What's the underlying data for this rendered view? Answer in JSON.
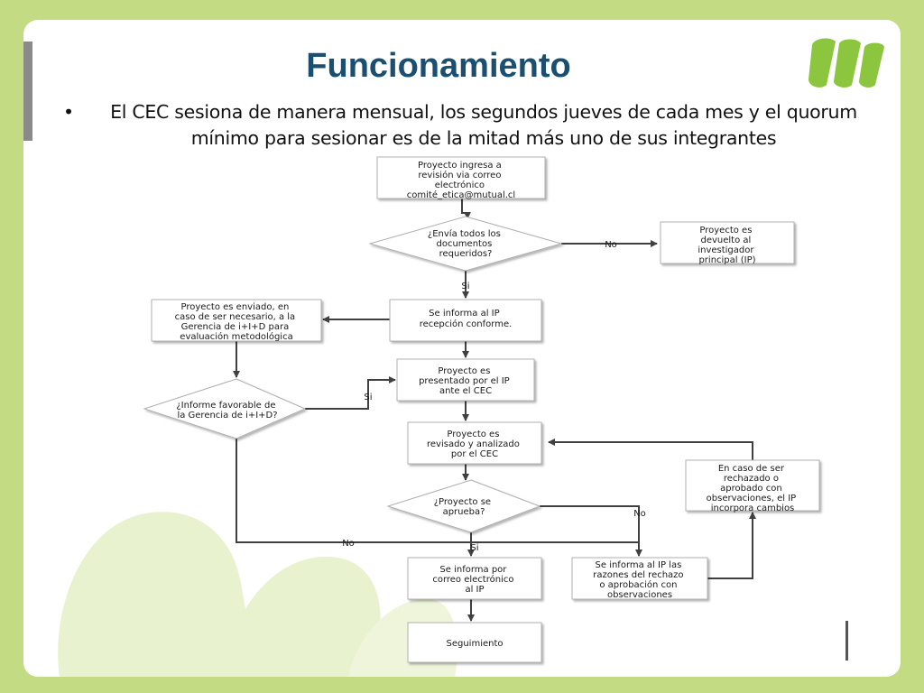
{
  "slide": {
    "title": "Funcionamiento",
    "bullet": "El CEC sesiona de manera mensual, los segundos jueves de cada mes y el quorum mínimo para sesionar es de la mitad más uno de sus integrantes"
  },
  "flowchart": {
    "nodes": {
      "ingreso": [
        "Proyecto ingresa a",
        "revisión via correo",
        "electrónico",
        "comité_etica@mutual.cl"
      ],
      "envia_docs": [
        "¿Envía todos los",
        "documentos",
        "requeridos?"
      ],
      "devuelto": [
        "Proyecto es",
        "devuelto al",
        "investigador",
        "principal (IP)"
      ],
      "informa_recepcion": [
        "Se informa al IP",
        "recepción conforme."
      ],
      "enviado_gerencia": [
        "Proyecto es enviado, en",
        "caso de ser necesario, a la",
        "Gerencia de i+I+D para",
        "evaluación metodológica"
      ],
      "presentado": [
        "Proyecto es",
        "presentado por el IP",
        "ante el CEC"
      ],
      "informe_favorable": [
        "¿Informe favorable de",
        "la Gerencia de i+I+D?"
      ],
      "revisado": [
        "Proyecto es",
        "revisado y analizado",
        "por el CEC"
      ],
      "incorpora": [
        "En caso de ser",
        "rechazado o",
        "aprobado con",
        "observaciones, el IP",
        "incorpora cambios"
      ],
      "se_aprueba": [
        "¿Proyecto se",
        "aprueba?"
      ],
      "informa_correo": [
        "Se informa por",
        "correo electrónico",
        "al IP"
      ],
      "informa_razones": [
        "Se informa al IP las",
        "razones del rechazo",
        "o aprobación con",
        "observaciones"
      ],
      "seguimiento": [
        "Seguimiento"
      ]
    },
    "edge_labels": {
      "no_devuelto": "No",
      "si_recepcion": "Si",
      "si_informe": "Si",
      "no_informe": "No",
      "no_aprueba": "No",
      "si_aprueba": "Si"
    }
  },
  "colors": {
    "background_green": "#c3dc84",
    "light_green": "#e9f2cf",
    "logo_green": "#8cc63f",
    "title_blue": "#1b4f72"
  }
}
